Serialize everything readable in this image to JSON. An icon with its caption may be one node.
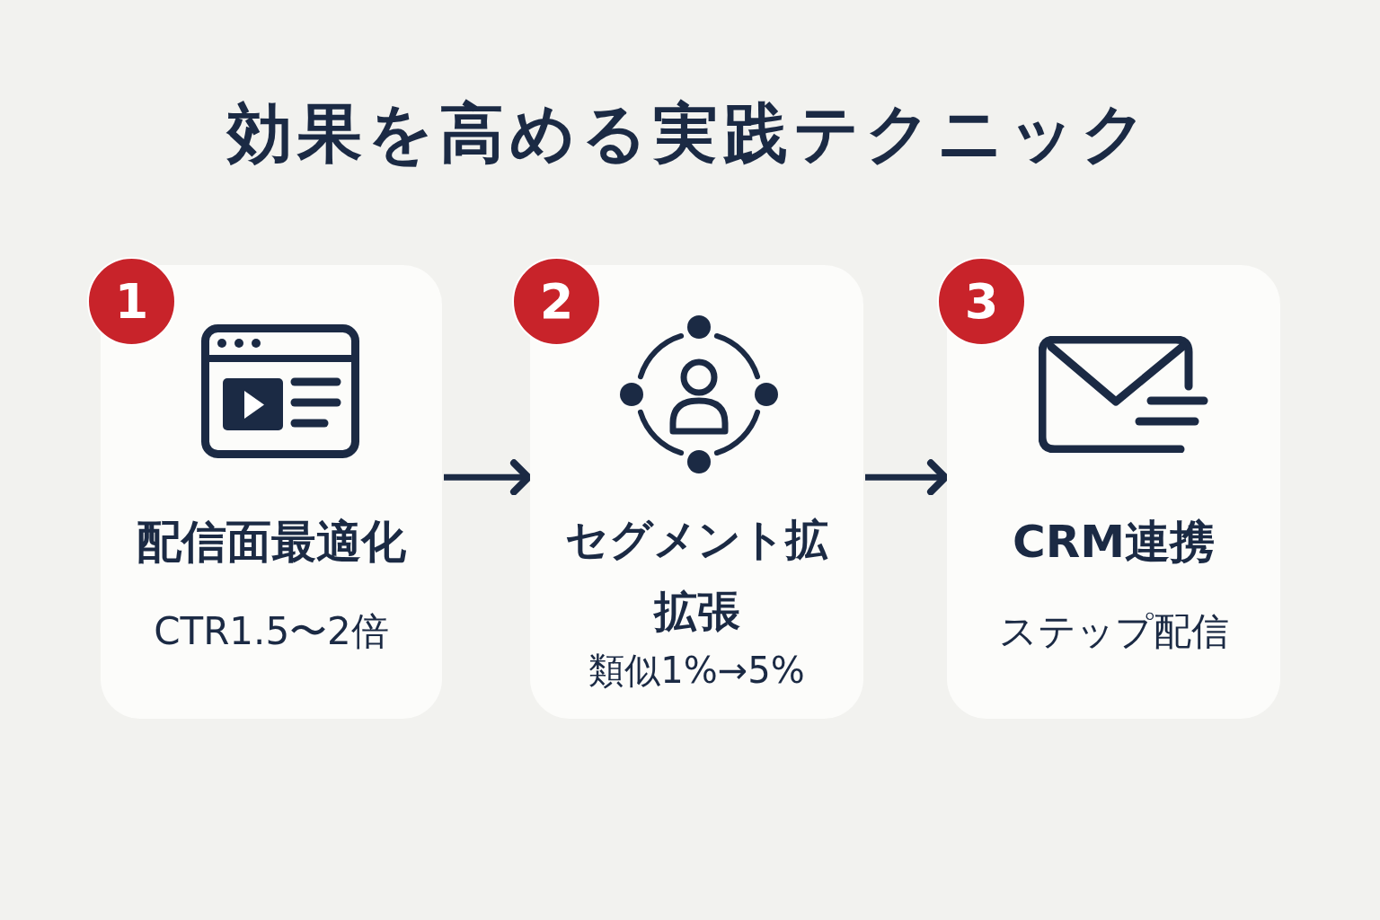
{
  "diagram": {
    "title": "効果を高める実践テクニック",
    "nodes": [
      {
        "text": [
          "1"
        ]
      },
      {
        "text": [
          "配信面最適化",
          "CTR1.5〜2倍"
        ]
      },
      {
        "text": [
          "2"
        ]
      },
      {
        "text": [
          "セグメント拡拡張",
          "類似1%→5%"
        ]
      },
      {
        "text": [
          "3"
        ]
      },
      {
        "text": [
          "CRM連携",
          "ステップ配信"
        ]
      }
    ],
    "edges": [
      {
        "from": 1,
        "to": 3,
        "arrow": "to"
      },
      {
        "from": 3,
        "to": 5,
        "arrow": "to"
      }
    ]
  }
}
